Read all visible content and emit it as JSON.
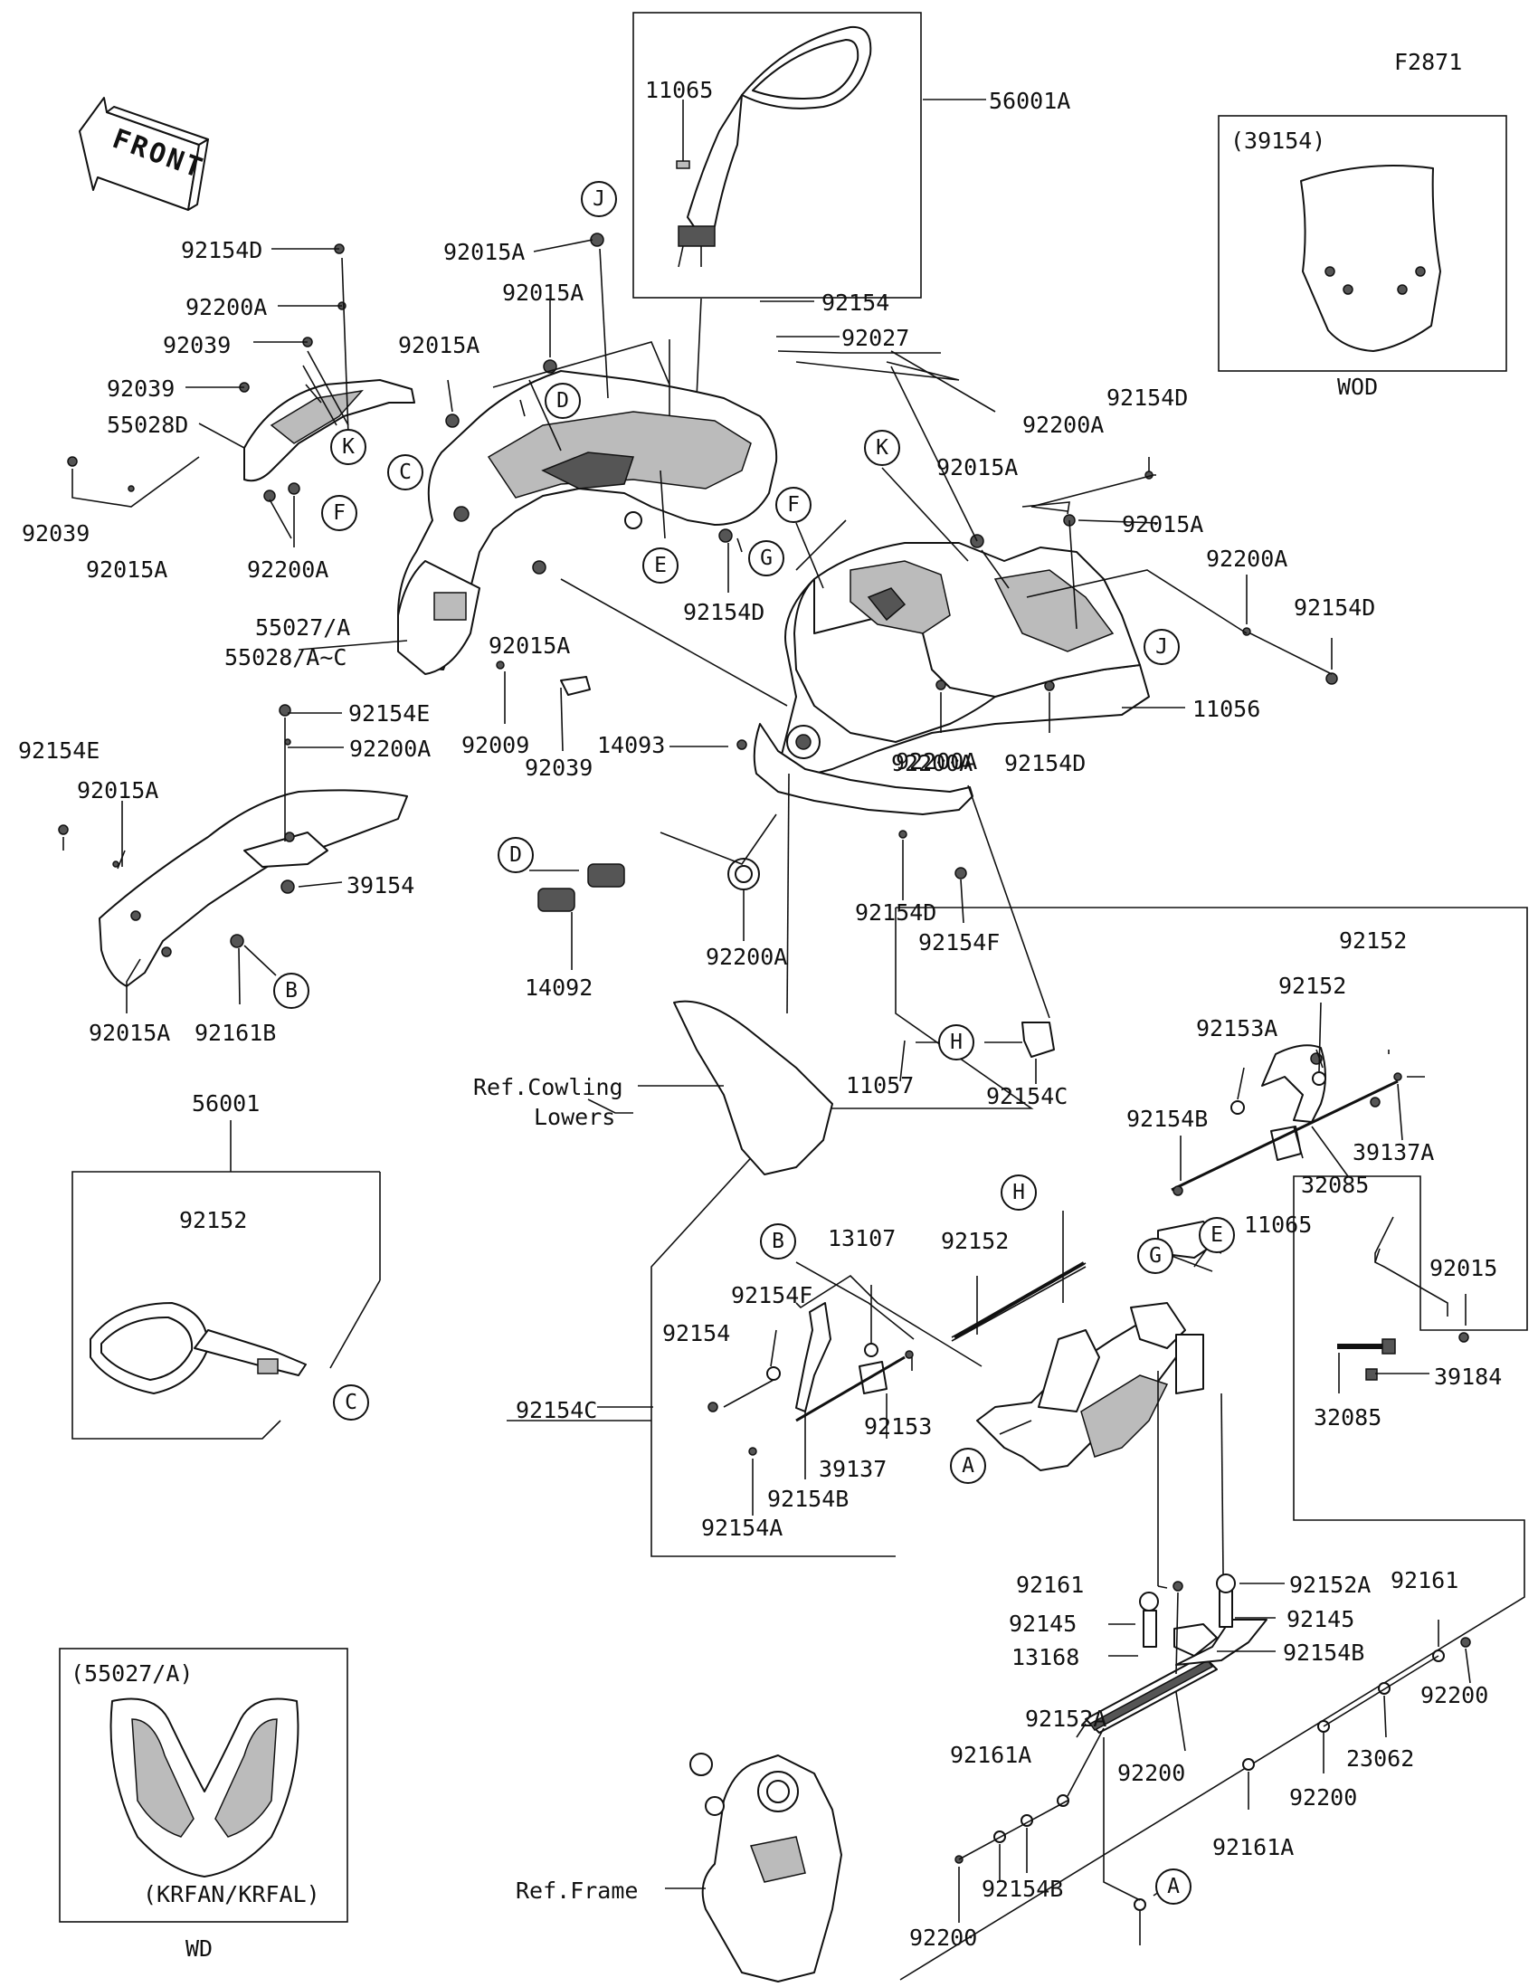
{
  "diagram_code": "F2871",
  "front_label": "FRONT",
  "inset_windshield": {
    "code": "(39154)",
    "caption": "WOD"
  },
  "inset_mirror": {
    "title": "56001"
  },
  "inset_cowl": {
    "code": "(55027/A)",
    "variant": "(KRFAN/KRFAL)",
    "caption": "WD"
  },
  "refs": {
    "cowling_lowers": [
      "Ref.Cowling",
      "Lowers"
    ],
    "frame": "Ref.Frame"
  },
  "labels": [
    {
      "id": "l1",
      "text": "11065"
    },
    {
      "id": "l2",
      "text": "56001A"
    },
    {
      "id": "l3",
      "text": "92154D"
    },
    {
      "id": "l4",
      "text": "92015A"
    },
    {
      "id": "l5",
      "text": "92200A"
    },
    {
      "id": "l6",
      "text": "92015A"
    },
    {
      "id": "l7",
      "text": "92039"
    },
    {
      "id": "l8",
      "text": "92154"
    },
    {
      "id": "l9",
      "text": "92027"
    },
    {
      "id": "l10",
      "text": "92015A"
    },
    {
      "id": "l11",
      "text": "92039"
    },
    {
      "id": "l12",
      "text": "55028D"
    },
    {
      "id": "l13",
      "text": "92154D"
    },
    {
      "id": "l14",
      "text": "92200A"
    },
    {
      "id": "l15",
      "text": "92200A"
    },
    {
      "id": "l16",
      "text": "92015A"
    },
    {
      "id": "l17",
      "text": "92015A"
    },
    {
      "id": "l18",
      "text": "92154D"
    },
    {
      "id": "l19",
      "text": "92039"
    },
    {
      "id": "l20",
      "text": "92015A"
    },
    {
      "id": "l21",
      "text": "92200A"
    },
    {
      "id": "l22",
      "text": "92154D"
    },
    {
      "id": "l23",
      "text": "55027/A"
    },
    {
      "id": "l24",
      "text": "55028/A~C"
    },
    {
      "id": "l25",
      "text": "92015A"
    },
    {
      "id": "l26",
      "text": "92154E"
    },
    {
      "id": "l27",
      "text": "92200A"
    },
    {
      "id": "l28",
      "text": "92154E"
    },
    {
      "id": "l29",
      "text": "92200A"
    },
    {
      "id": "l30",
      "text": "92009"
    },
    {
      "id": "l31",
      "text": "11056"
    },
    {
      "id": "l32",
      "text": "92039"
    },
    {
      "id": "l33",
      "text": "14093"
    },
    {
      "id": "l34",
      "text": "92200A"
    },
    {
      "id": "l35",
      "text": "92154D"
    },
    {
      "id": "l36",
      "text": "92015A"
    },
    {
      "id": "l37",
      "text": "39154"
    },
    {
      "id": "l38",
      "text": "92015A"
    },
    {
      "id": "l39",
      "text": "92161B"
    },
    {
      "id": "l40",
      "text": "14092"
    },
    {
      "id": "l41",
      "text": "92200A"
    },
    {
      "id": "l42",
      "text": "92154D"
    },
    {
      "id": "l43",
      "text": "92154F"
    },
    {
      "id": "l44",
      "text": "92152"
    },
    {
      "id": "l45",
      "text": "92152"
    },
    {
      "id": "l46",
      "text": "92153A"
    },
    {
      "id": "l47",
      "text": "11057"
    },
    {
      "id": "l48",
      "text": "92154C"
    },
    {
      "id": "l49",
      "text": "92154B"
    },
    {
      "id": "l50",
      "text": "39137A"
    },
    {
      "id": "l51",
      "text": "32085"
    },
    {
      "id": "l52",
      "text": "11065"
    },
    {
      "id": "l53",
      "text": "92152"
    },
    {
      "id": "l54",
      "text": "13107"
    },
    {
      "id": "l55",
      "text": "92152"
    },
    {
      "id": "l56",
      "text": "92154F"
    },
    {
      "id": "l57",
      "text": "92154"
    },
    {
      "id": "l58",
      "text": "92015"
    },
    {
      "id": "l59",
      "text": "39184"
    },
    {
      "id": "l60",
      "text": "92154C"
    },
    {
      "id": "l61",
      "text": "92153"
    },
    {
      "id": "l62",
      "text": "32085"
    },
    {
      "id": "l63",
      "text": "39137"
    },
    {
      "id": "l64",
      "text": "92154B"
    },
    {
      "id": "l65",
      "text": "92154A"
    },
    {
      "id": "l66",
      "text": "92161"
    },
    {
      "id": "l67",
      "text": "92152A"
    },
    {
      "id": "l68",
      "text": "92161"
    },
    {
      "id": "l69",
      "text": "92145"
    },
    {
      "id": "l70",
      "text": "92145"
    },
    {
      "id": "l71",
      "text": "13168"
    },
    {
      "id": "l72",
      "text": "92154B"
    },
    {
      "id": "l73",
      "text": "92200"
    },
    {
      "id": "l74",
      "text": "92152A"
    },
    {
      "id": "l75",
      "text": "92161A"
    },
    {
      "id": "l76",
      "text": "23062"
    },
    {
      "id": "l77",
      "text": "92200"
    },
    {
      "id": "l78",
      "text": "92200"
    },
    {
      "id": "l79",
      "text": "92161A"
    },
    {
      "id": "l80",
      "text": "92154B"
    },
    {
      "id": "l81",
      "text": "92200"
    }
  ],
  "callouts": [
    {
      "id": "c1",
      "text": "J"
    },
    {
      "id": "c2",
      "text": "D"
    },
    {
      "id": "c3",
      "text": "K"
    },
    {
      "id": "c4",
      "text": "K"
    },
    {
      "id": "c5",
      "text": "C"
    },
    {
      "id": "c6",
      "text": "F"
    },
    {
      "id": "c7",
      "text": "F"
    },
    {
      "id": "c8",
      "text": "G"
    },
    {
      "id": "c9",
      "text": "E"
    },
    {
      "id": "c10",
      "text": "J"
    },
    {
      "id": "c11",
      "text": "D"
    },
    {
      "id": "c12",
      "text": "B"
    },
    {
      "id": "c13",
      "text": "H"
    },
    {
      "id": "c14",
      "text": "H"
    },
    {
      "id": "c15",
      "text": "B"
    },
    {
      "id": "c16",
      "text": "G"
    },
    {
      "id": "c17",
      "text": "E"
    },
    {
      "id": "c18",
      "text": "C"
    },
    {
      "id": "c19",
      "text": "A"
    },
    {
      "id": "c20",
      "text": "A"
    }
  ]
}
